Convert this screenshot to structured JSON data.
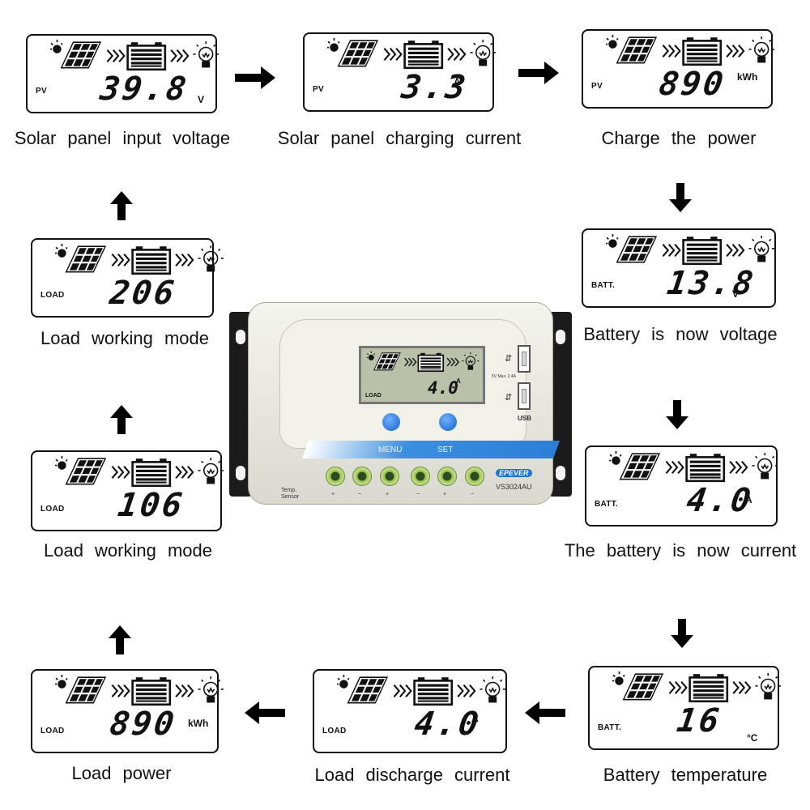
{
  "panels": [
    {
      "mode": "PV",
      "value": "39.8",
      "unit": "V",
      "caption": "Solar panel input voltage"
    },
    {
      "mode": "PV",
      "value": "3.3",
      "unit": "A",
      "caption": "Solar panel charging current"
    },
    {
      "mode": "PV",
      "value": "890",
      "unit": "kWh",
      "caption": "Charge the power"
    },
    {
      "mode": "BATT.",
      "value": "13.8",
      "unit": "V",
      "caption": "Battery is now voltage"
    },
    {
      "mode": "BATT.",
      "value": "4.0",
      "unit": "A",
      "caption": "The battery is now current"
    },
    {
      "mode": "BATT.",
      "value": "16",
      "unit": "°C",
      "caption": "Battery temperature"
    },
    {
      "mode": "LOAD",
      "value": "4.0",
      "unit": "A",
      "caption": "Load discharge current"
    },
    {
      "mode": "LOAD",
      "value": "890",
      "unit": "kWh",
      "caption": "Load power"
    },
    {
      "mode": "LOAD",
      "value": "106",
      "unit": "",
      "caption": "Load working mode"
    },
    {
      "mode": "LOAD",
      "value": "206",
      "unit": "",
      "caption": "Load working mode"
    }
  ],
  "controller": {
    "lcd_mode": "LOAD",
    "lcd_value": "4.0",
    "lcd_unit": "A",
    "menu_label": "MENU",
    "set_label": "SET",
    "usb_label": "USB",
    "usb_spec": "5V  Max. 2.4A",
    "brand": "EPEVER",
    "model": "VS3024AU",
    "temp_sensor_label": "Temp. Sensor",
    "terminal_labels": [
      "+",
      "−",
      "+",
      "−",
      "+",
      "−"
    ]
  },
  "icons": [
    "sun-icon",
    "solar-panel-icon",
    "chevrons-icon",
    "battery-icon",
    "bulb-icon",
    "arrow-icon",
    "usb-icon"
  ],
  "colors": {
    "button_blue": "#1e6fd6",
    "stripe_blue": "#2a7fd8",
    "lcd_green": "#b9c1a9",
    "terminal_green": "#8fbf4a"
  }
}
